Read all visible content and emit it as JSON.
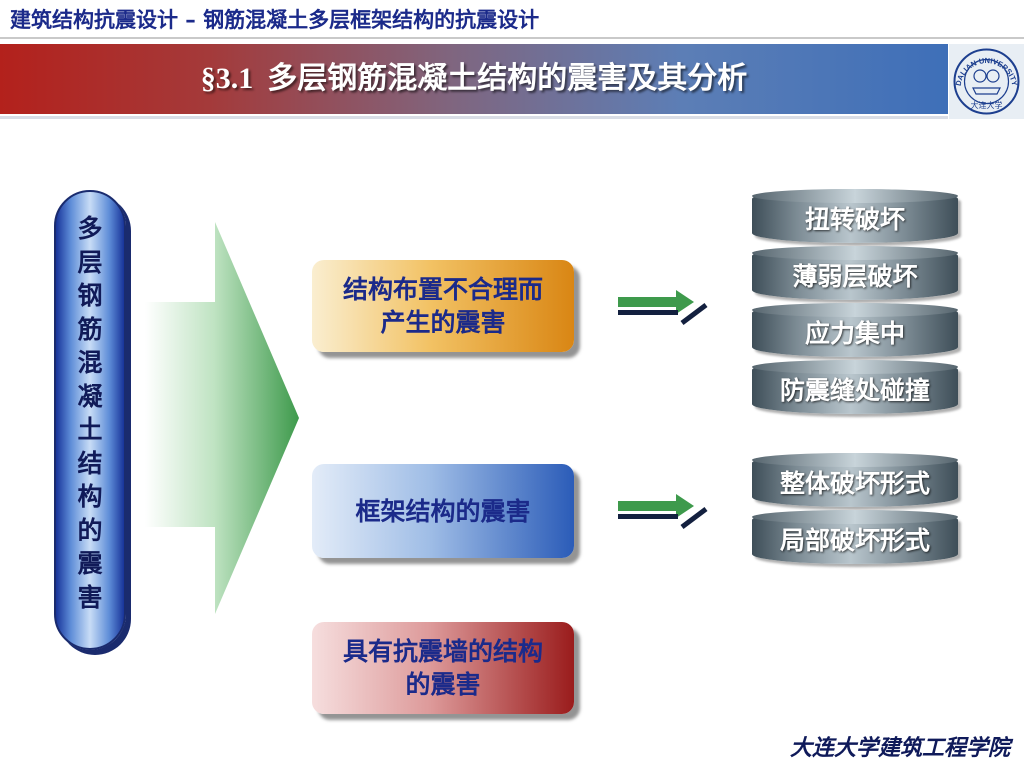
{
  "header": {
    "course_title": "建筑结构抗震设计 – 钢筋混凝土多层框架结构的抗震设计",
    "section_number": "§3.1",
    "section_title": "多层钢筋混凝土结构的震害及其分析",
    "logo": {
      "icon": "dalian-university-seal-icon",
      "text": "DALIAN UNIVERSITY",
      "chinese": "大连大学"
    }
  },
  "diagram": {
    "root": [
      "多",
      "层",
      "钢",
      "筋",
      "混",
      "凝",
      "土",
      "结",
      "构",
      "的",
      "震",
      "害"
    ],
    "categories": [
      {
        "label": "结构布置不合理而产生的震害",
        "lines": [
          "结构布置不合理而",
          "产生的震害"
        ],
        "items": [
          "扭转破坏",
          "薄弱层破坏",
          "应力集中",
          "防震缝处碰撞"
        ]
      },
      {
        "label": "框架结构的震害",
        "lines": [
          "框架结构的震害"
        ],
        "items": [
          "整体破坏形式",
          "局部破坏形式"
        ]
      },
      {
        "label": "具有抗震墙的结构的震害",
        "lines": [
          "具有抗震墙的结构",
          "的震害"
        ],
        "items": []
      }
    ]
  },
  "colors": {
    "title_text": "#1b2a8a",
    "banner_start": "#b3211c",
    "banner_end": "#3e6fb8",
    "arrow_green": "#3e9a4c",
    "cylinder_gray": "#7d8c95"
  },
  "footer": {
    "institution": "大连大学建筑工程学院"
  }
}
